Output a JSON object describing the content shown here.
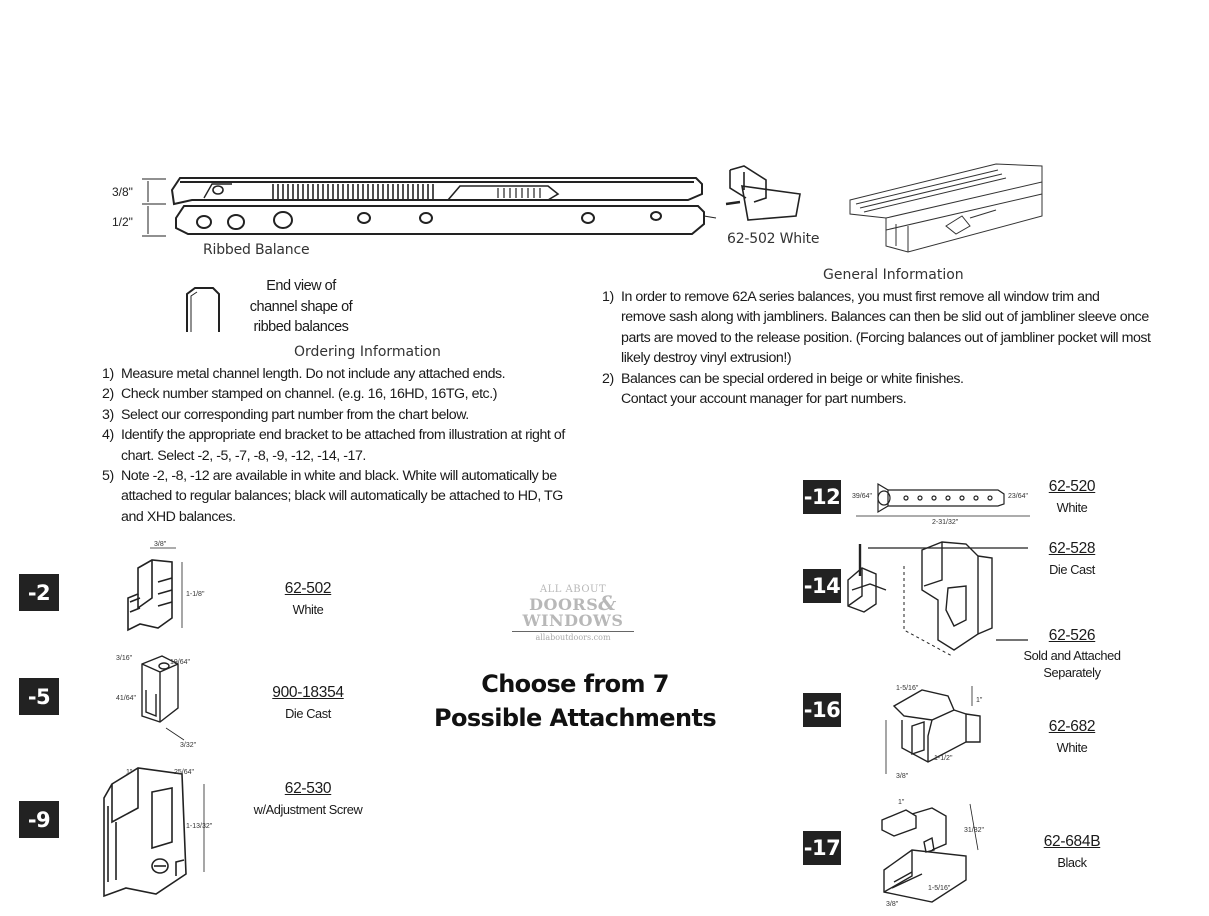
{
  "ribbed": {
    "dim_top": "3/8\"",
    "dim_bottom": "1/2\"",
    "caption": "Ribbed Balance"
  },
  "end_view": {
    "line1": "End view of",
    "line2": "channel shape of",
    "line3": "ribbed balances"
  },
  "top_clip": {
    "caption": "62-502 White"
  },
  "general": {
    "heading": "General Information",
    "items": [
      {
        "num": "1)",
        "lines": [
          "In order to remove 62A series balances, you must first remove all window trim and",
          "remove sash along with jambliners. Balances can then be slid out of jambliner sleeve once",
          "parts are moved to the release position. (Forcing balances out of jambliner pocket will most",
          "likely destroy vinyl extrusion!)"
        ]
      },
      {
        "num": "2)",
        "lines": [
          "Balances can be special ordered in beige or white finishes.",
          "Contact your account manager for part numbers."
        ]
      }
    ]
  },
  "ordering": {
    "heading": "Ordering Information",
    "items": [
      {
        "num": "1)",
        "lines": [
          "Measure metal channel length. Do not include any attached ends."
        ]
      },
      {
        "num": "2)",
        "lines": [
          "Check number stamped on channel. (e.g. 16, 16HD, 16TG, etc.)"
        ]
      },
      {
        "num": "3)",
        "lines": [
          "Select our corresponding part number from the chart below."
        ]
      },
      {
        "num": "4)",
        "lines": [
          "Identify the appropriate end bracket to be attached from illustration at right of",
          "chart. Select -2, -5, -7, -8, -9, -12, -14, -17."
        ]
      },
      {
        "num": "5)",
        "lines": [
          "Note -2, -8, -12 are available in white and black. White will automatically be",
          "attached to regular balances; black will automatically be attached to HD, TG",
          "and XHD balances."
        ]
      }
    ]
  },
  "left_parts": [
    {
      "badge": "-2",
      "part": "62-502",
      "desc": [
        "White"
      ],
      "dims": [
        "3/8\"",
        "1-1/8\""
      ]
    },
    {
      "badge": "-5",
      "part": "900-18354",
      "desc": [
        "Die Cast"
      ],
      "dims": [
        "3/16\"",
        "19/64\"",
        "41/64\"",
        "3/32\""
      ]
    },
    {
      "badge": "-9",
      "part": "62-530",
      "desc": [
        "w/Adjustment Screw"
      ],
      "dims": [
        "1\"",
        "25/64\"",
        "1-13/32\""
      ]
    }
  ],
  "right_parts": [
    {
      "badge": "-12",
      "part": "62-520",
      "desc": [
        "White"
      ],
      "dims": [
        "39/64\"",
        "23/64\"",
        "2-31/32\""
      ]
    },
    {
      "badge": "-14",
      "part": "62-528",
      "desc": [
        "Die Cast"
      ]
    },
    {
      "part": "62-526",
      "desc": [
        "Sold and Attached",
        "Separately"
      ]
    },
    {
      "badge": "-16",
      "part": "62-682",
      "desc": [
        "White"
      ],
      "dims": [
        "1-5/16\"",
        "1\"",
        "1-1/2\"",
        "3/8\""
      ]
    },
    {
      "badge": "-17",
      "part": "62-684B",
      "desc": [
        "Black"
      ],
      "dims": [
        "1\"",
        "31/32\"",
        "1-5/16\"",
        "3/8\""
      ]
    }
  ],
  "logo": {
    "line1": "ALL ABOUT",
    "line2": "DOORS",
    "amp": "&",
    "line3": "WINDOWS",
    "url": "allaboutdoors.com"
  },
  "headline": {
    "line1": "Choose from 7",
    "line2": "Possible Attachments"
  },
  "colors": {
    "ink": "#1a1a1a",
    "badge_bg": "#222222",
    "badge_text": "#ffffff",
    "logo": "#b8b8b8"
  }
}
